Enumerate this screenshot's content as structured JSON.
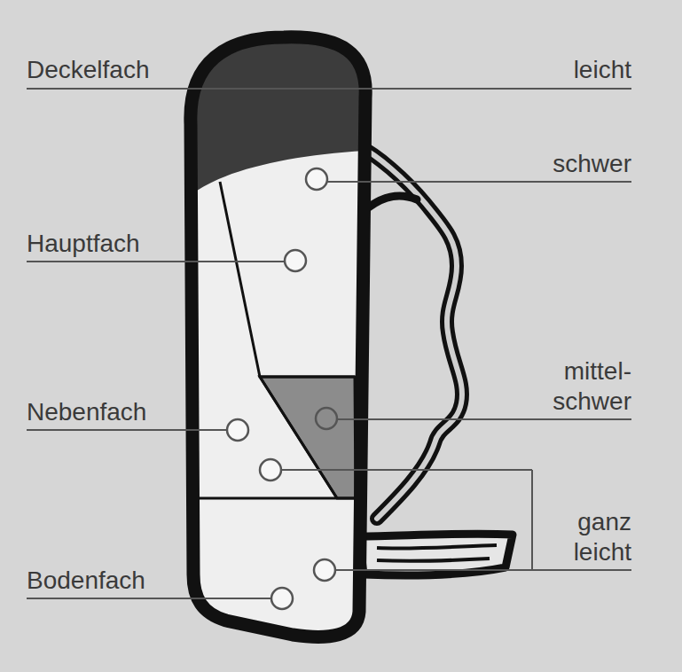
{
  "diagram": {
    "labels": [
      "Deckelfach",
      "leicht",
      "schwer",
      "Hauptfach",
      "mittel- schwer",
      "Nebenfach",
      "ganz leicht",
      "Bodenfach"
    ]
  }
}
